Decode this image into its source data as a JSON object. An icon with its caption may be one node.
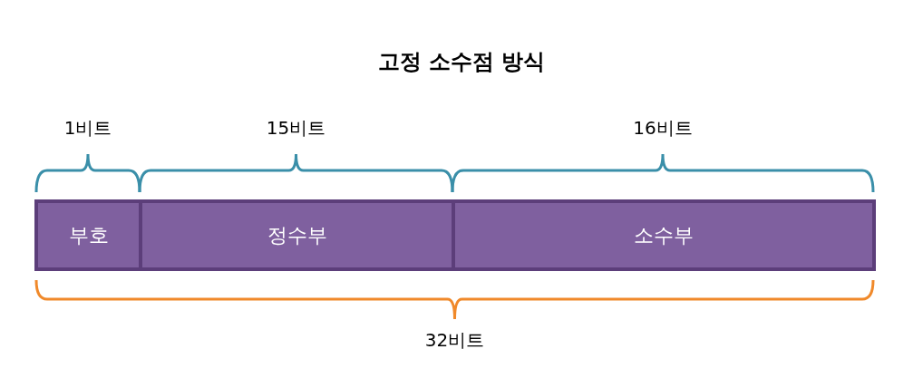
{
  "diagram": {
    "title": "고정 소수점 방식",
    "nodes": [
      {
        "text": [
          "부호"
        ]
      },
      {
        "text": [
          "정수부"
        ]
      },
      {
        "text": [
          "소수부"
        ]
      }
    ],
    "edges": [],
    "labels": [
      "1비트",
      "15비트",
      "16비트",
      "32비트"
    ]
  }
}
